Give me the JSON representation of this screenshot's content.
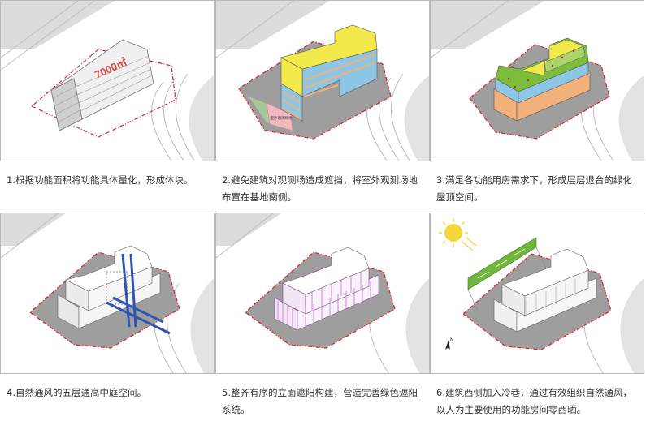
{
  "panels": [
    {
      "id": "p1",
      "caption": "1.根据功能面积将功能具体量化，形成体块。",
      "area_label": "7000㎡"
    },
    {
      "id": "p2",
      "caption": "2.避免建筑对观测场造成遮挡，将室外观测场地布置在基地南侧。",
      "field_label": "室外观测场地"
    },
    {
      "id": "p3",
      "caption": "3.满足各功能用房需求下，形成层层退台的绿化屋顶空间。"
    },
    {
      "id": "p4",
      "caption": "4.自然通风的五层通高中庭空间。"
    },
    {
      "id": "p5",
      "caption": "5.整齐有序的立面遮阳构建，营造完善绿色遮阳系统。"
    },
    {
      "id": "p6",
      "caption": "6.建筑西侧加入冷巷，通过有效组织自然通风，以人为主要使用的功能房间零西晒。",
      "north_label": "N"
    }
  ],
  "colors": {
    "site_boundary": "#d9222a",
    "road": "#d8d8d8",
    "roof_yellow": "#f2ea4a",
    "band_blue": "#8ec6e6",
    "band_orange": "#f2b07a",
    "roof_green": "#7dbd3c",
    "field_green": "#a8c79a",
    "field_pink": "#f2b8c0",
    "vent_blue": "#2e55b4",
    "shade_purple": "#c77fd6",
    "sun": "#f5d63a",
    "wall_green": "#6fb63a"
  }
}
